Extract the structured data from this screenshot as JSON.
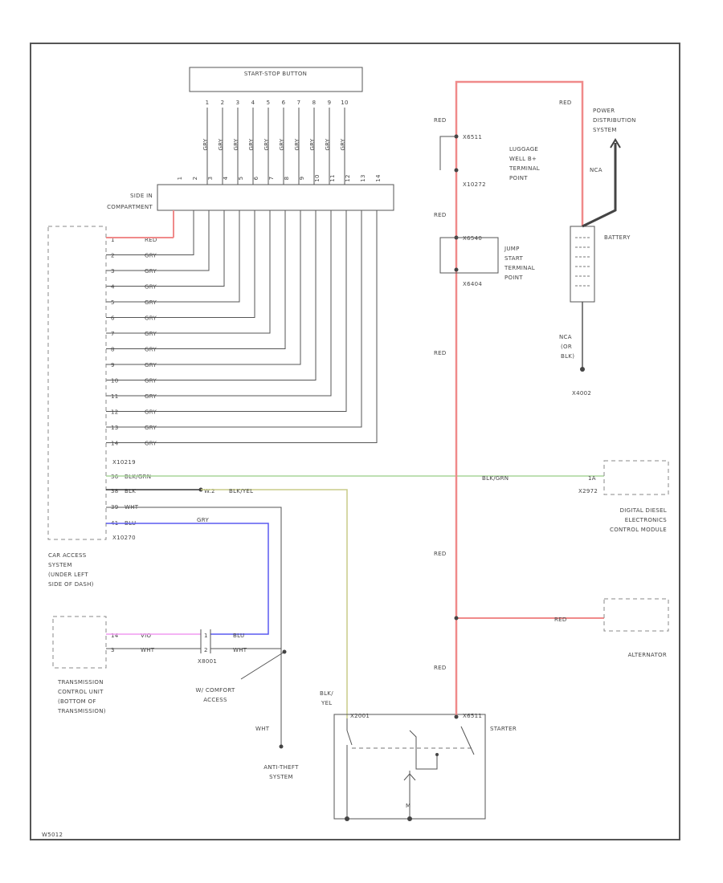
{
  "colors": {
    "red": "#f08a8a",
    "green": "#a8d59a",
    "blue": "#5a5af0",
    "yellow": "#c8cc88",
    "pink": "#f09af0",
    "dark": "#555555",
    "black": "#333333"
  },
  "start_stop_button": {
    "label": "START-STOP BUTTON",
    "pin_numbers": [
      "1",
      "2",
      "3",
      "4",
      "5",
      "6",
      "7",
      "8",
      "9",
      "10"
    ],
    "wire_colors": [
      "GRY",
      "GRY",
      "GRY",
      "GRY",
      "GRY",
      "GRY",
      "GRY",
      "GRY",
      "GRY",
      "GRY"
    ]
  },
  "side_connector": {
    "label_line1": "SIDE IN",
    "label_line2": "COMPARTMENT",
    "pin_numbers": [
      "1",
      "2",
      "3",
      "4",
      "5",
      "6",
      "7",
      "8",
      "9",
      "10",
      "11",
      "12",
      "13",
      "14"
    ]
  },
  "left_module": {
    "pins": [
      {
        "pin": "1",
        "color": "RED"
      },
      {
        "pin": "2",
        "color": "GRY"
      },
      {
        "pin": "3",
        "color": "GRY"
      },
      {
        "pin": "4",
        "color": "GRY"
      },
      {
        "pin": "5",
        "color": "GRY"
      },
      {
        "pin": "6",
        "color": "GRY"
      },
      {
        "pin": "7",
        "color": "GRY"
      },
      {
        "pin": "8",
        "color": "GRY"
      },
      {
        "pin": "9",
        "color": "GRY"
      },
      {
        "pin": "10",
        "color": "GRY"
      },
      {
        "pin": "11",
        "color": "GRY"
      },
      {
        "pin": "12",
        "color": "GRY"
      },
      {
        "pin": "13",
        "color": "GRY"
      },
      {
        "pin": "14",
        "color": "GRY"
      }
    ],
    "connector_top": "X10219",
    "connector_bottom": "X10270",
    "lower_pins": [
      {
        "pin": "36",
        "color": "BLK/GRN"
      },
      {
        "pin": "38",
        "color": "BLK"
      },
      {
        "pin": "39",
        "color": "WHT"
      },
      {
        "pin": "41",
        "color": "BLU"
      }
    ],
    "splice_label": "W.2",
    "splice_color": "BLK/YEL",
    "blue_label": "GRY",
    "title_lines": [
      "CAR ACCESS",
      "SYSTEM",
      "(UNDER LEFT",
      "SIDE OF DASH)"
    ]
  },
  "transmission": {
    "pins": [
      {
        "pin": "14",
        "color": "VIO"
      },
      {
        "pin": "3",
        "color": "WHT"
      }
    ],
    "title_lines": [
      "TRANSMISSION",
      "CONTROL UNIT",
      "(BOTTOM OF",
      "TRANSMISSION)"
    ]
  },
  "junction": {
    "connector": "X8001",
    "pin_upper": "1",
    "pin_lower": "2",
    "upper_color": "BLU",
    "lower_color": "WHT"
  },
  "comfort_access": {
    "lines": [
      "W/ COMFORT",
      "ACCESS"
    ]
  },
  "anti_theft": {
    "wire_color": "WHT",
    "lines": [
      "ANTI-THEFT",
      "SYSTEM"
    ]
  },
  "starter": {
    "label": "STARTER",
    "left_terminal": "X2001",
    "right_terminal": "X6511",
    "wire_colors_left": [
      "BLK/",
      "YEL"
    ]
  },
  "luggage": {
    "terminal": "X6511",
    "connector": "X10272",
    "lines": [
      "LUGGAGE",
      "WELL B+",
      "TERMINAL",
      "POINT"
    ]
  },
  "jump_start": {
    "terminal": "X6540",
    "connector": "X6404",
    "lines": [
      "JUMP",
      "START",
      "TERMINAL",
      "POINT"
    ]
  },
  "battery": {
    "label": "BATTERY",
    "ground": "X4002",
    "ground_wire_lines": [
      "NCA",
      "(OR",
      "BLK)"
    ]
  },
  "power_dist": {
    "lines": [
      "POWER",
      "DISTRIBUTION",
      "SYSTEM"
    ],
    "wire": "NCA"
  },
  "ecm": {
    "connector": "X2972",
    "pin": "1A",
    "wire": "BLK/GRN",
    "lines": [
      "DIGITAL DIESEL",
      "ELECTRONICS",
      "CONTROL MODULE"
    ]
  },
  "alternator": {
    "label": "ALTERNATOR",
    "wire": "RED"
  },
  "red_labels": [
    "RED",
    "RED",
    "RED",
    "RED",
    "RED",
    "RED"
  ],
  "footer_code": "W5012"
}
